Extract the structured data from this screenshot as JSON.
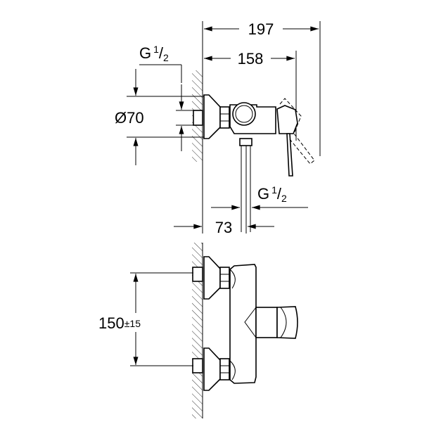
{
  "dimensions": {
    "overall_depth": "197",
    "body_depth": "158",
    "inlet_thread": {
      "main": "G",
      "fraction_num": "1",
      "fraction_den": "2"
    },
    "outlet_thread": {
      "main": "G",
      "fraction_num": "1",
      "fraction_den": "2"
    },
    "escutcheon_diameter": "Ø70",
    "outlet_offset": "73",
    "inlet_spacing": "150",
    "inlet_spacing_tolerance": "±15"
  }
}
